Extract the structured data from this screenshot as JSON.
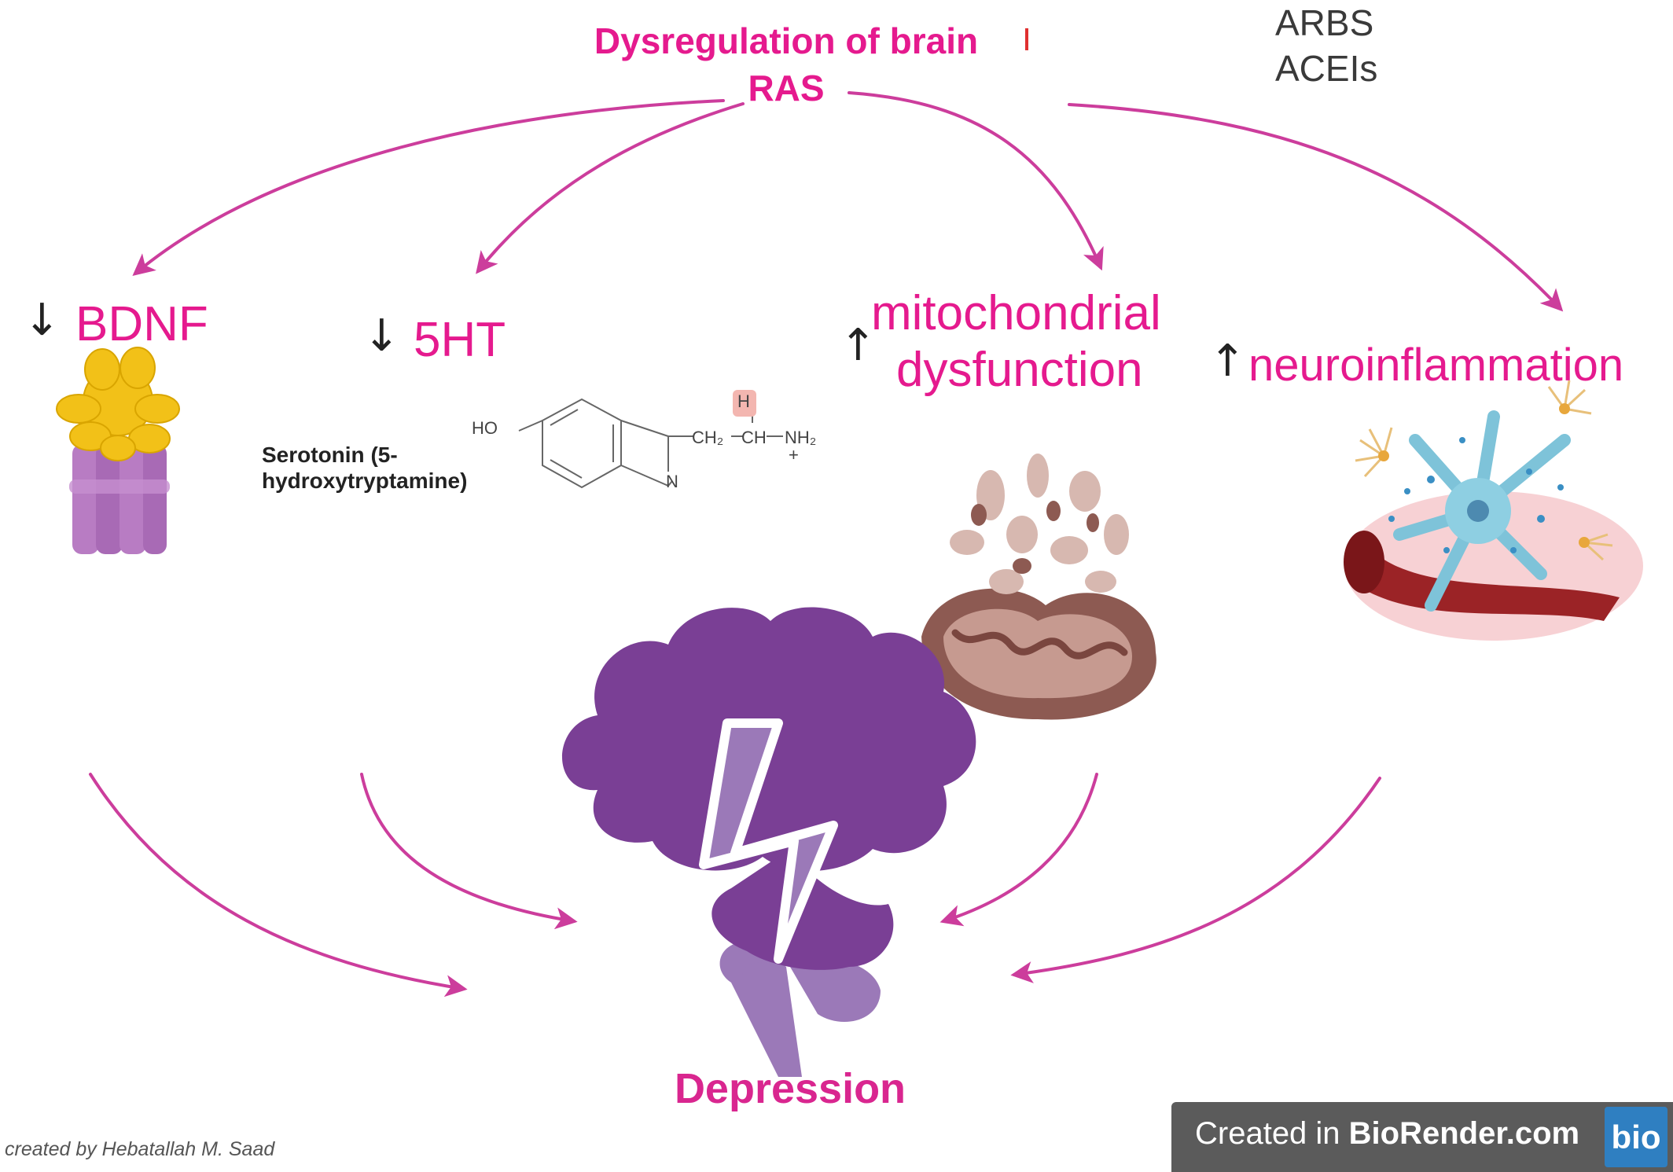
{
  "title": "Dysregulation of brain RAS",
  "inhibitors": [
    "ARBS",
    "ACEIs"
  ],
  "nodes": [
    {
      "arrow": "↓",
      "label": "BDNF"
    },
    {
      "arrow": "↓",
      "label": "5HT"
    },
    {
      "arrow": "↑",
      "label_line1": "mitochondrial",
      "label_line2": "dysfunction"
    },
    {
      "arrow": "↑",
      "label": "neuroinflammation"
    }
  ],
  "serotonin": {
    "name": "Serotonin (5-hydroxytryptamine)",
    "atoms": {
      "ho": "HO",
      "h": "H",
      "n": "N",
      "ch2": "CH₂",
      "ch": "CH",
      "nh2": "NH₂",
      "plus": "+"
    }
  },
  "outcome": "Depression",
  "credit": "created by Hebatallah M. Saad",
  "badge": {
    "prefix": "Created in ",
    "brand": "BioRender.com",
    "logo": "bio"
  },
  "colors": {
    "arrow": "#cc3d9c",
    "accent_text": "#e51a8e",
    "inhibit": "#e03030",
    "brain": "#7a3f95",
    "brain_light": "#9b79b8"
  }
}
